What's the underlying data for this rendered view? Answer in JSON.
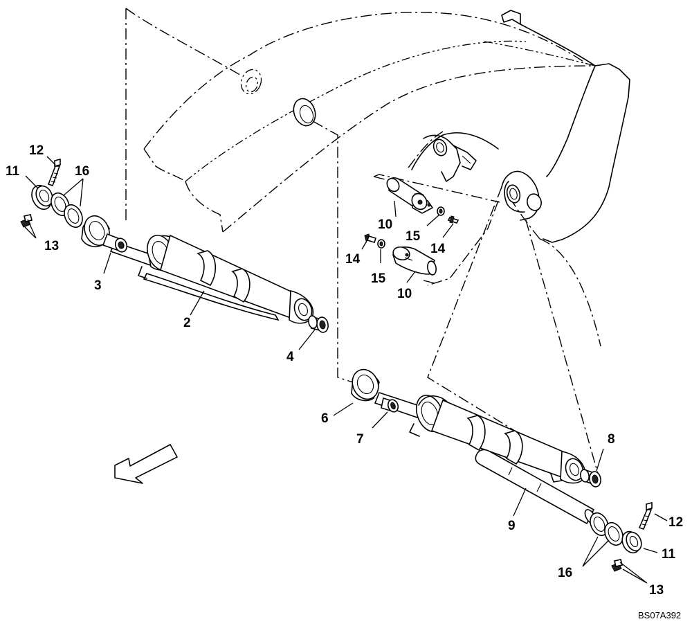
{
  "callouts": {
    "c2": "2",
    "c3": "3",
    "c4": "4",
    "c6": "6",
    "c7": "7",
    "c8": "8",
    "c9": "9",
    "c10a": "10",
    "c10b": "10",
    "c11a": "11",
    "c11b": "11",
    "c12a": "12",
    "c12b": "12",
    "c13a": "13",
    "c13b": "13",
    "c14a": "14",
    "c14b": "14",
    "c15a": "15",
    "c15b": "15",
    "c16a": "16",
    "c16b": "16"
  },
  "reference_code": "BS07A392"
}
